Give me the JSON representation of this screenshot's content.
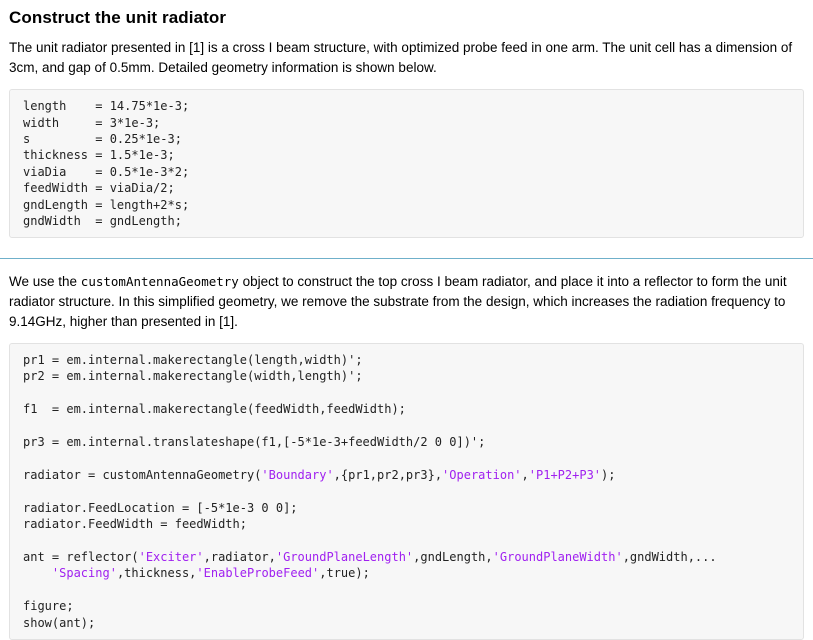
{
  "doc": {
    "title": "Construct the unit radiator",
    "intro": "The unit radiator presented in [1] is a cross I beam structure, with optimized probe feed in one arm. The unit cell has a dimension of 3cm, and gap of 0.5mm. Detailed geometry information is shown below.",
    "para2_segments": [
      {
        "text": "We use the ",
        "code": false
      },
      {
        "text": "customAntennaGeometry",
        "code": true
      },
      {
        "text": " object to construct the top cross I beam radiator, and place it into a reflector to form the unit radiator structure. In this simplified geometry, we remove the substrate from the design, which increases the radiation frequency to 9.14GHz, higher than presented in [1].",
        "code": false
      }
    ]
  },
  "code_blocks": [
    {
      "name": "geometry-parameters",
      "lines": [
        "length    = 14.75*1e-3;",
        "width     = 3*1e-3;",
        "s         = 0.25*1e-3;",
        "thickness = 1.5*1e-3;",
        "viaDia    = 0.5*1e-3*2;",
        "feedWidth = viaDia/2;",
        "gndLength = length+2*s;",
        "gndWidth  = gndLength;"
      ]
    },
    {
      "name": "unit-radiator-construction",
      "lines": [
        "pr1 = em.internal.makerectangle(length,width)';",
        "pr2 = em.internal.makerectangle(width,length)';",
        "",
        "f1  = em.internal.makerectangle(feedWidth,feedWidth);",
        "",
        "pr3 = em.internal.translateshape(f1,[-5*1e-3+feedWidth/2 0 0])';",
        "",
        "radiator = customAntennaGeometry('Boundary',{pr1,pr2,pr3},'Operation','P1+P2+P3');",
        "",
        "radiator.FeedLocation = [-5*1e-3 0 0];",
        "radiator.FeedWidth = feedWidth;",
        "",
        "ant = reflector('Exciter',radiator,'GroundPlaneLength',gndLength,'GroundPlaneWidth',gndWidth,...",
        "    'Spacing',thickness,'EnableProbeFeed',true);",
        "",
        "figure;",
        "show(ant);"
      ]
    }
  ],
  "colors": {
    "string_literal": "#A020F0",
    "code_background": "#F7F7F7",
    "code_border": "#E2E2E2",
    "section_divider": "#6FB0CA"
  }
}
